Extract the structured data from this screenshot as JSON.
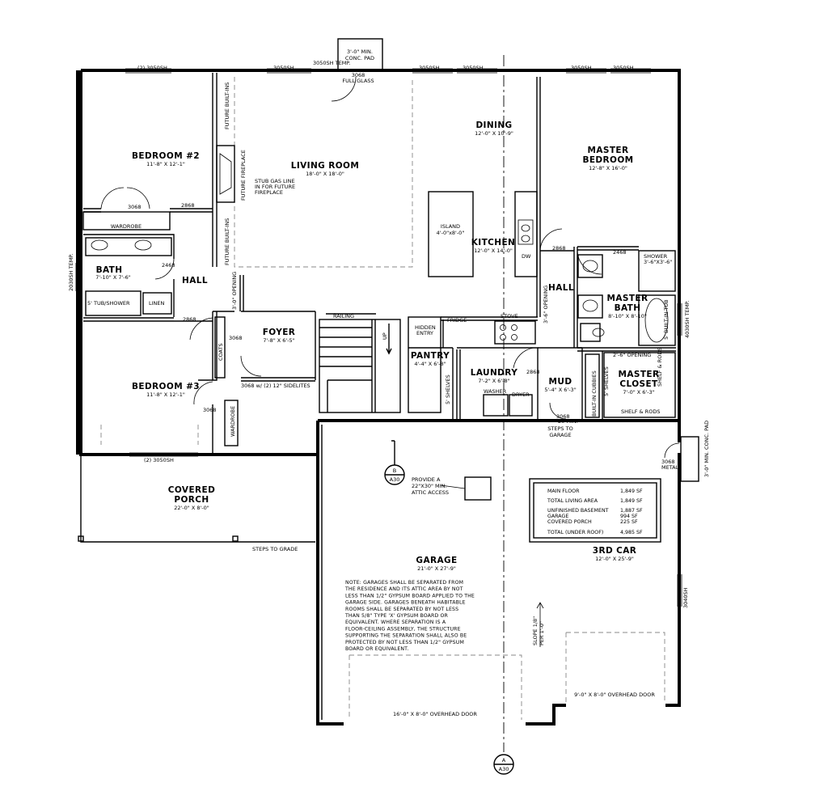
{
  "rooms": {
    "bedroom2": {
      "name": "BEDROOM #2",
      "dim": "11'-8\" X 12'-1\""
    },
    "living": {
      "name": "LIVING ROOM",
      "dim": "18'-0\" X 18'-0\""
    },
    "dining": {
      "name": "DINING",
      "dim": "12'-0\" X 10'-9\""
    },
    "master_bedroom": {
      "name1": "MASTER",
      "name2": "BEDROOM",
      "dim": "12'-8\" X 16'-0\""
    },
    "bath": {
      "name": "BATH",
      "dim": "7'-10\" X 7'-6\""
    },
    "hall_left": {
      "name": "HALL"
    },
    "hall_right": {
      "name": "HALL"
    },
    "kitchen": {
      "name": "KITCHEN",
      "dim": "12'-0\" X 14'-0\""
    },
    "island": {
      "name": "ISLAND",
      "dim": "4'-0\"x8'-0\""
    },
    "master_bath": {
      "name1": "MASTER",
      "name2": "BATH",
      "dim": "8'-10\" X 8'-10\""
    },
    "foyer": {
      "name": "FOYER",
      "dim": "7'-8\" X 6'-5\""
    },
    "bedroom3": {
      "name": "BEDROOM #3",
      "dim": "11'-8\" X 12'-1\""
    },
    "pantry": {
      "name": "PANTRY",
      "dim": "4'-4\" X 6'-8\""
    },
    "laundry": {
      "name": "LAUNDRY",
      "dim": "7'-2\" X 6'-8\""
    },
    "mud": {
      "name": "MUD",
      "dim": "5'-4\" X 6'-3\""
    },
    "master_closet": {
      "name1": "MASTER",
      "name2": "CLOSET",
      "dim": "7'-0\" X 6'-3\""
    },
    "covered_porch": {
      "name1": "COVERED",
      "name2": "PORCH",
      "dim": "22'-0\" X 8'-0\""
    },
    "garage": {
      "name": "GARAGE",
      "dim": "21'-0\" X 27'-9\""
    },
    "third_car": {
      "name": "3RD CAR",
      "dim": "12'-0\" X 25'-9\""
    }
  },
  "labels": {
    "win_top1": "(2) 3050SH",
    "win_top2": "3050SH",
    "win_top3": "3050SH TEMP.",
    "win_top4": "3050SH",
    "win_top5": "3050SH",
    "win_top6": "3050SH",
    "win_bot": "(2) 3050SH",
    "win_left": "2030SH TEMP.",
    "win_right": "4030SH TEMP.",
    "win_garage": "3040SH",
    "conc_pad_top1": "3'-0\" MIN.",
    "conc_pad_top2": "CONC. PAD",
    "door_full_glass1": "3068",
    "door_full_glass2": "FULL GLASS",
    "conc_pad_right": "3'-0\" MIN. CONC. PAD",
    "metal_door1": "3068",
    "metal_door2": "METAL",
    "future_builtins_a": "FUTURE BUILT-INS",
    "future_builtins_b": "FUTURE BUILT-INS",
    "future_fireplace": "FUTURE FIREPLACE",
    "gas1": "STUB GAS LINE",
    "gas2": "IN FOR FUTURE",
    "gas3": "FIREPLACE",
    "door_bed2": "3068",
    "door_2868_a": "2868",
    "wardrobe": "WARDROBE",
    "door_2468_a": "2468",
    "tub_shower": "5' TUB/SHOWER",
    "linen": "LINEN",
    "opening_left": "3'-0\" OPENING",
    "door_2868_b": "2868",
    "coats": "COATS",
    "door_foyer": "3068",
    "front_door": "3068 w/ (2) 12\" SIDELITES",
    "door_bed3": "3068",
    "wardrobe2": "WARDROBE",
    "railing": "RAILING",
    "hidden_entry1": "HIDDEN",
    "hidden_entry2": "ENTRY",
    "fridge": "FRIDGE",
    "stove": "STOVE",
    "dw": "DW",
    "opening_right": "3'-6\" OPENING",
    "door_2868_c": "2868",
    "door_2468_b": "2468",
    "shower1": "SHOWER",
    "shower2": "3'-6\"X3'-6\"",
    "built_in_tub": "5' BUILT-IN TUB",
    "opening_closet": "2'-6\" OPENING",
    "shelves_pantry": "5' SHELVES",
    "washer": "WASHER",
    "dryer": "DRYER",
    "door_2868_d": "2868",
    "builtin_cubbies": "BUILT-IN CUBBIES",
    "shelves_mud": "5' SHELVES",
    "shelf_rods_a": "SHELF & RODS",
    "shelf_rods_b": "SHELF & RODS",
    "door_mud_a": "3068",
    "door_mud_b": "20 MIN.",
    "steps_garage1": "STEPS TO",
    "steps_garage2": "GARAGE",
    "attic1": "PROVIDE A",
    "attic2": "22\"X30\" MIN.",
    "attic3": "ATTIC ACCESS",
    "section_b_letter": "B",
    "section_b_sheet": "A30",
    "section_a_letter": "A",
    "section_a_sheet": "A30",
    "steps_grade": "STEPS TO GRADE",
    "slope1": "SLOPE 1/8\"",
    "slope2": "PER 1'-0\"",
    "overhead_garage": "16'-0\" X 8'-0\" OVERHEAD DOOR",
    "overhead_third": "9'-0\" X 8'-0\" OVERHEAD DOOR",
    "up": "UP"
  },
  "summary": {
    "rows": [
      {
        "label": "MAIN FLOOR",
        "value": "1,849 SF"
      },
      {
        "label": "TOTAL LIVING AREA",
        "value": "1,849 SF"
      },
      {
        "label": "UNFINISHED BASEMENT",
        "value": "1,887 SF"
      },
      {
        "label": "GARAGE",
        "value": "994 SF"
      },
      {
        "label": "COVERED PORCH",
        "value": "225 SF"
      },
      {
        "label": "TOTAL (UNDER ROOF)",
        "value": "4,985 SF"
      }
    ]
  },
  "note": {
    "lines": [
      "NOTE: GARAGES SHALL BE SEPARATED FROM",
      "THE RESIDENCE AND ITS ATTIC AREA BY NOT",
      "LESS THAN 1/2\" GYPSUM BOARD APPLIED TO THE",
      "GARAGE SIDE. GARAGES BENEATH HABITABLE",
      "ROOMS SHALL BE SEPARATED BY NOT LESS",
      "THAN 5/8\" TYPE 'X' GYPSUM BOARD OR",
      "EQUIVALENT. WHERE SEPARATION IS A",
      "FLOOR-CEILING ASSEMBLY, THE STRUCTURE",
      "SUPPORTING THE SEPARATION SHALL ALSO BE",
      "PROTECTED BY NOT LESS THAN 1/2\" GYPSUM",
      "BOARD OR EQUIVALENT."
    ]
  }
}
